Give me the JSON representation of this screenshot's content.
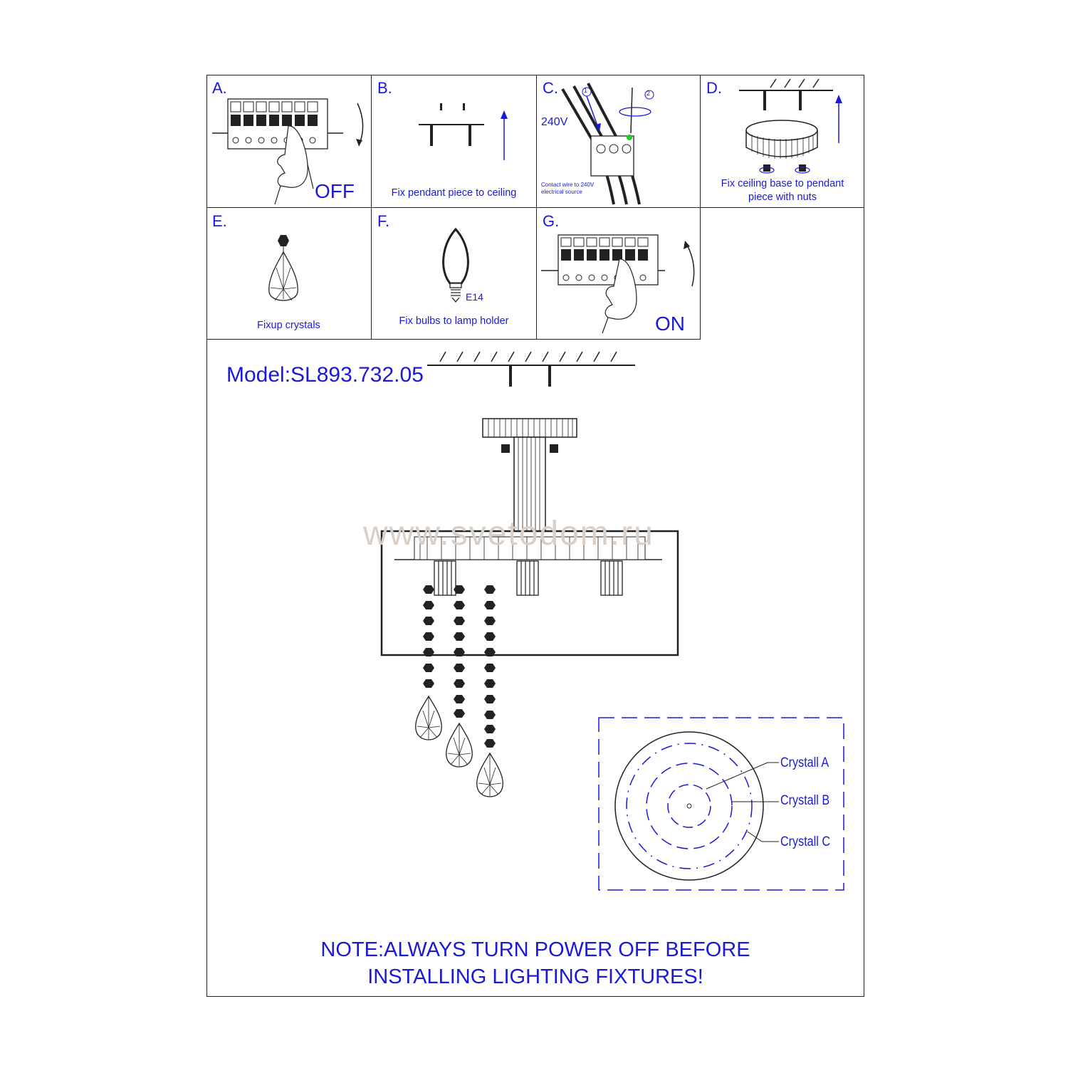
{
  "steps": {
    "a": {
      "letter": "A.",
      "status": "OFF"
    },
    "b": {
      "letter": "B.",
      "caption": "Fix pendant piece to ceiling"
    },
    "c": {
      "letter": "C.",
      "voltage": "240V",
      "note_line1": "Contact wire to 240V",
      "note_line2": "electrical source",
      "marker1": "1",
      "marker2": "2"
    },
    "d": {
      "letter": "D.",
      "caption_line1": "Fix ceiling base to pendant",
      "caption_line2": "piece with nuts"
    },
    "e": {
      "letter": "E.",
      "caption": "Fixup crystals"
    },
    "f": {
      "letter": "F.",
      "bulb_type": "E14",
      "caption": "Fix bulbs to lamp holder"
    },
    "g": {
      "letter": "G.",
      "status": "ON"
    }
  },
  "model": "Model:SL893.732.05",
  "watermark": "www.svetodom.ru",
  "crystal_legend": [
    "Crystall A",
    "Crystall B",
    "Crystall C"
  ],
  "note_line1": "NOTE:ALWAYS TURN POWER OFF BEFORE",
  "note_line2": "INSTALLING LIGHTING FIXTURES!",
  "colors": {
    "accent": "#1a1ad6",
    "line": "#222222",
    "watermark": "#d9cfc6",
    "led": "#22cc22"
  }
}
